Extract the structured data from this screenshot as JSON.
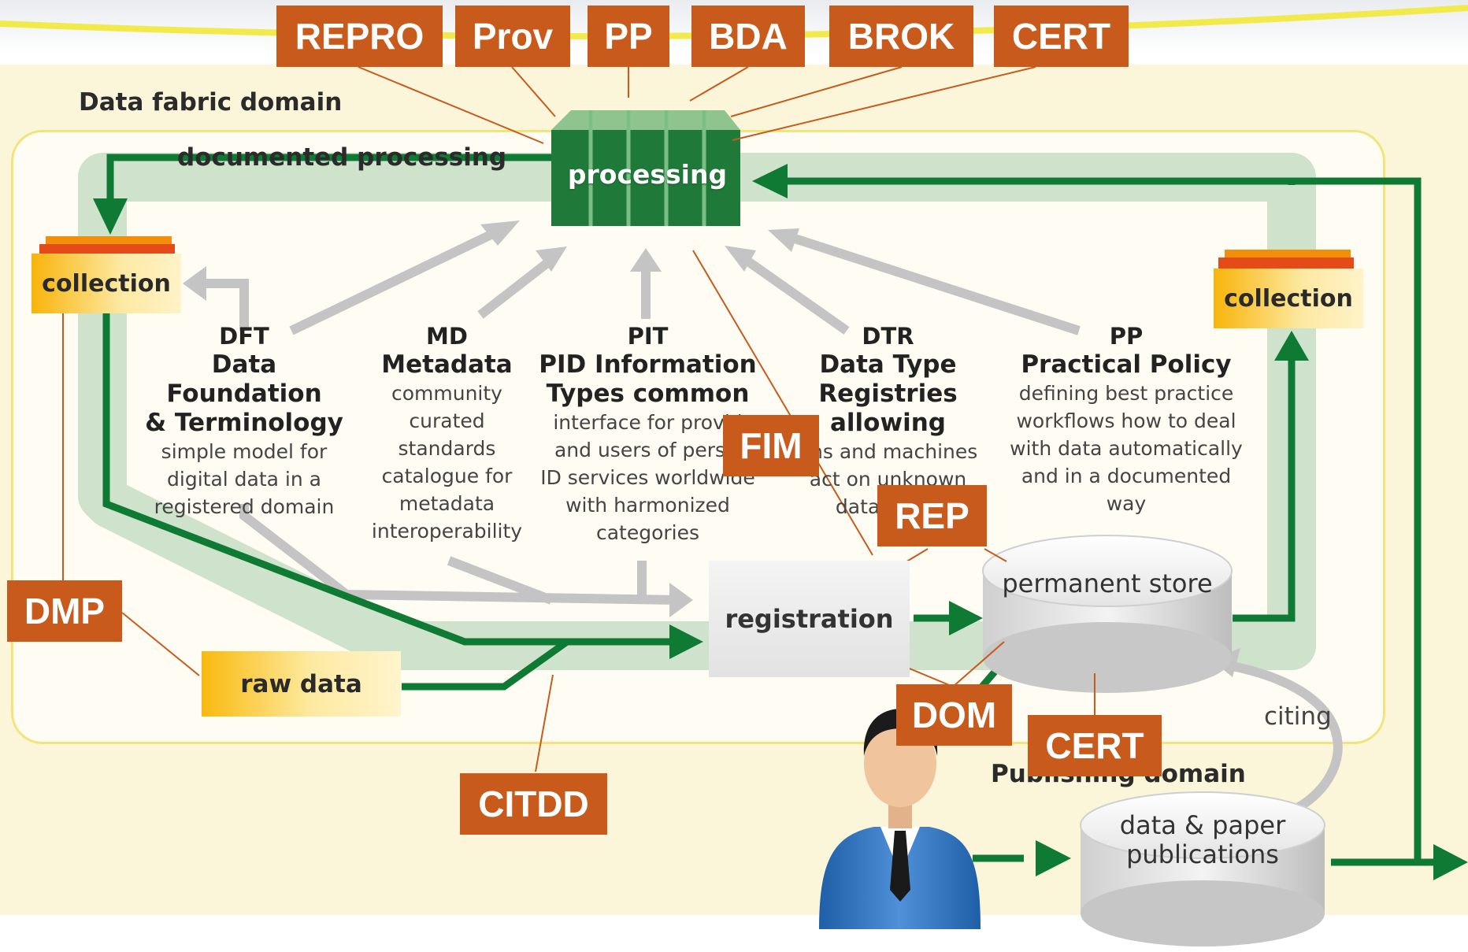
{
  "domains": {
    "data_fabric": "Data fabric domain",
    "publishing": "Publishing domain"
  },
  "flow_label": "documented processing",
  "boxes": {
    "processing": "processing",
    "collection_left": "collection",
    "collection_right": "collection",
    "raw_data": "raw data",
    "registration": "registration",
    "permanent_store": "permanent store",
    "publications_line1": "data & paper",
    "publications_line2": "publications",
    "citing": "citing"
  },
  "components": [
    {
      "abbr": "DFT",
      "heading": [
        "Data Foundation",
        "& Terminology"
      ],
      "desc": [
        "simple model for",
        "digital data in a",
        "registered domain"
      ]
    },
    {
      "abbr": "MD",
      "heading": [
        "Metadata"
      ],
      "desc": [
        "community",
        "curated",
        "standards",
        "catalogue for",
        "metadata",
        "interoperability"
      ]
    },
    {
      "abbr": "PIT",
      "heading": [
        "PID Information",
        "Types common"
      ],
      "desc": [
        "interface for provid",
        "and users of persis",
        "ID services worldwide",
        "with harmonized",
        "categories"
      ]
    },
    {
      "abbr": "DTR",
      "heading": [
        "Data Type",
        "Registries allowing"
      ],
      "desc": [
        "ans and machines",
        "act on unknown",
        "data types"
      ]
    },
    {
      "abbr": "PP",
      "heading": [
        "Practical Policy"
      ],
      "desc": [
        "defining best practice",
        "workflows how to deal",
        "with data automatically",
        "and in a documented",
        "way"
      ]
    }
  ],
  "badges": {
    "repro": "REPRO",
    "prov": "Prov",
    "pp": "PP",
    "bda": "BDA",
    "brok": "BROK",
    "cert_top": "CERT",
    "fim": "FIM",
    "rep": "REP",
    "dmp": "DMP",
    "dom": "DOM",
    "cert_bottom": "CERT",
    "citdd": "CITDD"
  },
  "colors": {
    "badge": "#c85a1c",
    "flow_green": "#0e7a34",
    "band_green": "#cfe2cc",
    "processing_green": "#1f7a3a",
    "grey_arrow": "#c4c4c4"
  }
}
